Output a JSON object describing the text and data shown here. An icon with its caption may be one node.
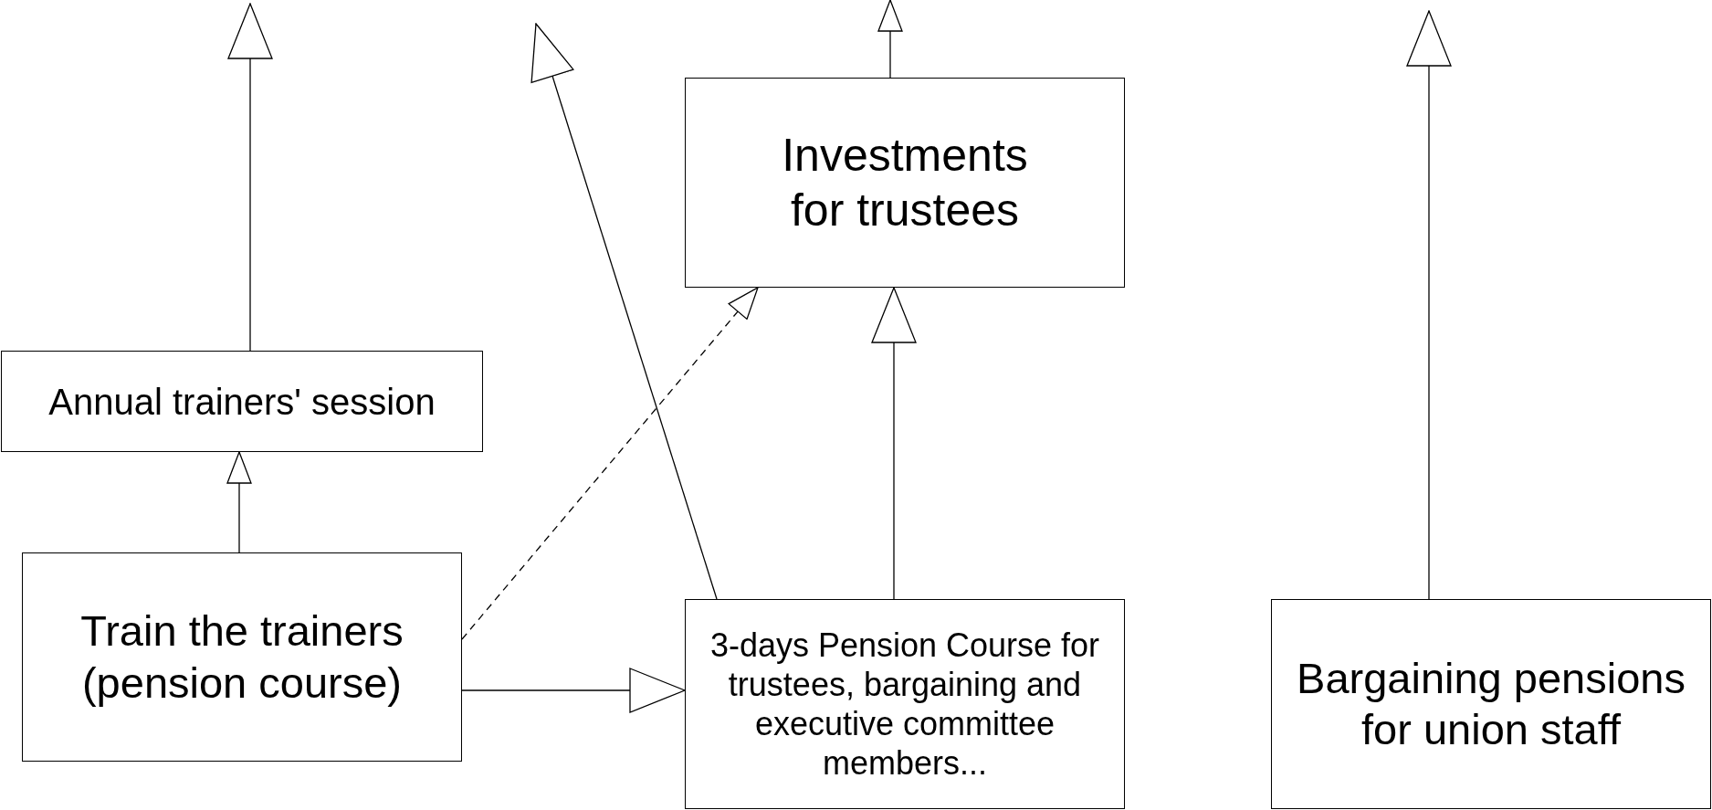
{
  "diagram": {
    "nodes": [
      {
        "text": [
          "Annual trainers' session"
        ]
      },
      {
        "text": [
          "Train the trainers (pension course)"
        ]
      },
      {
        "text": [
          "Investments for trustees"
        ]
      },
      {
        "text": [
          "3-days Pension Course for trustees, bargaining and executive committee members..."
        ]
      },
      {
        "text": [
          "Bargaining pensions for union staff"
        ]
      }
    ],
    "edges": [
      {
        "from": 0,
        "to": null,
        "arrow": "to"
      },
      {
        "from": 1,
        "to": 0,
        "arrow": "to"
      },
      {
        "from": 1,
        "to": 2,
        "arrow": "to",
        "style": "dashed"
      },
      {
        "from": 1,
        "to": 3,
        "arrow": "to"
      },
      {
        "from": 3,
        "to": null,
        "arrow": "to"
      },
      {
        "from": 3,
        "to": 2,
        "arrow": "to"
      },
      {
        "from": 2,
        "to": null,
        "arrow": "to"
      },
      {
        "from": 4,
        "to": null,
        "arrow": "to"
      }
    ]
  }
}
